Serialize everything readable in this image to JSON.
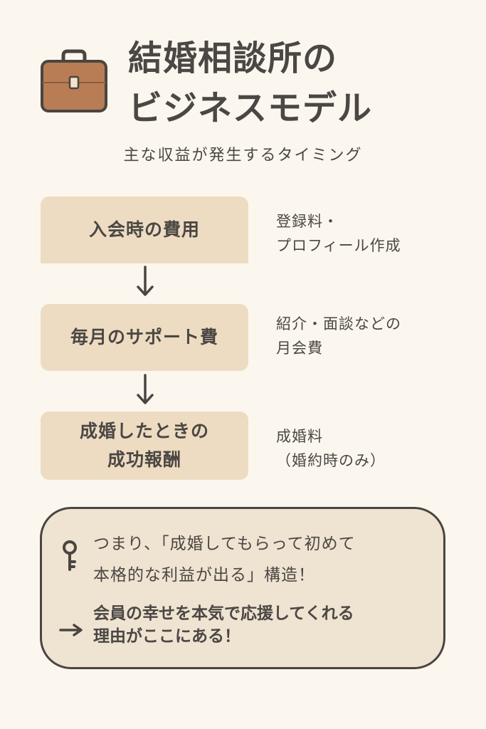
{
  "header": {
    "title_line1": "結婚相談所の",
    "title_line2": "ビジネスモデル",
    "subtitle": "主な収益が発生するタイミング",
    "icon": "briefcase-icon"
  },
  "flow": {
    "steps": [
      {
        "label_lines": [
          "入会時の費用"
        ],
        "note_lines": [
          "登録料・",
          "プロフィール作成"
        ]
      },
      {
        "label_lines": [
          "毎月のサポート費"
        ],
        "note_lines": [
          "紹介・面談などの",
          "月会費"
        ]
      },
      {
        "label_lines": [
          "成婚したときの",
          "成功報酬"
        ],
        "note_lines": [
          "成婚料",
          "（婚約時のみ）"
        ]
      }
    ],
    "arrow_icon": "arrow-down-icon"
  },
  "summary": {
    "icon": "key-icon",
    "line1": "つまり、「成婚してもらって初めて",
    "line2": "本格的な利益が出る」構造！",
    "arrow_icon": "arrow-right-icon",
    "reason_line1": "会員の幸せを本気で応援してくれる",
    "reason_line2": "理由がここにある！"
  },
  "colors": {
    "background": "#fcf7ee",
    "step_fill": "#eddcc2",
    "summary_fill": "#efe3d1",
    "text": "#4b4744",
    "briefcase": "#b87d55"
  }
}
